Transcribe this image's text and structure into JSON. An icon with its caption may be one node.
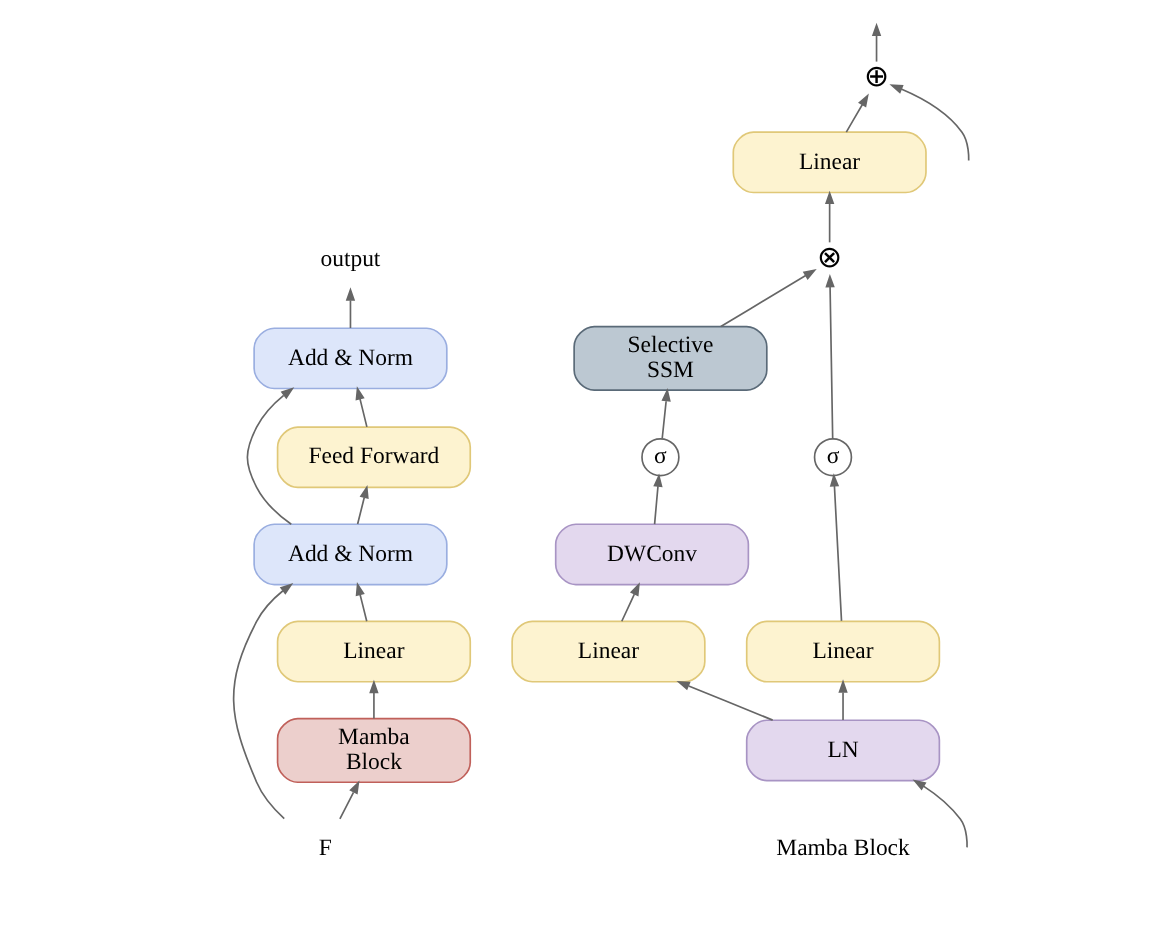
{
  "diagram": {
    "nodes": [
      {
        "text": [
          "output"
        ]
      },
      {
        "text": [
          "Add & Norm"
        ]
      },
      {
        "text": [
          "Feed Forward"
        ]
      },
      {
        "text": [
          "Add & Norm"
        ]
      },
      {
        "text": [
          "Linear"
        ]
      },
      {
        "text": [
          "Mamba Block"
        ]
      },
      {
        "text": [
          "F"
        ]
      },
      {
        "text": [
          "⊕"
        ]
      },
      {
        "text": [
          "Linear"
        ]
      },
      {
        "text": [
          "⊗"
        ]
      },
      {
        "text": [
          "Selective SSM"
        ]
      },
      {
        "text": [
          "σ"
        ]
      },
      {
        "text": [
          "σ"
        ]
      },
      {
        "text": [
          "DWConv"
        ]
      },
      {
        "text": [
          "Linear"
        ]
      },
      {
        "text": [
          "Linear"
        ]
      },
      {
        "text": [
          "LN"
        ]
      }
    ],
    "edges": [
      {
        "from": 6,
        "to": 5,
        "arrow": "to"
      },
      {
        "from": 5,
        "to": 4,
        "arrow": "to"
      },
      {
        "from": 4,
        "to": 3,
        "arrow": "to"
      },
      {
        "from": 6,
        "to": 3,
        "arrow": "to"
      },
      {
        "from": 3,
        "to": 2,
        "arrow": "to"
      },
      {
        "from": 2,
        "to": 1,
        "arrow": "to"
      },
      {
        "from": 3,
        "to": 1,
        "arrow": "to"
      },
      {
        "from": 1,
        "to": 0,
        "arrow": "to"
      },
      {
        "from": null,
        "to": 16,
        "arrow": "to"
      },
      {
        "from": null,
        "to": 7,
        "arrow": "to"
      },
      {
        "from": 16,
        "to": 14,
        "arrow": "to"
      },
      {
        "from": 16,
        "to": 15,
        "arrow": "to"
      },
      {
        "from": 14,
        "to": 13,
        "arrow": "to"
      },
      {
        "from": 13,
        "to": 11,
        "arrow": "to"
      },
      {
        "from": 11,
        "to": 10,
        "arrow": "to"
      },
      {
        "from": 10,
        "to": 9,
        "arrow": "to"
      },
      {
        "from": 15,
        "to": 12,
        "arrow": "to"
      },
      {
        "from": 12,
        "to": 9,
        "arrow": "to"
      },
      {
        "from": 9,
        "to": 8,
        "arrow": "to"
      },
      {
        "from": 8,
        "to": 7,
        "arrow": "to"
      },
      {
        "from": 7,
        "to": null,
        "arrow": "to"
      }
    ],
    "labels": [
      "Mamba Block"
    ]
  }
}
